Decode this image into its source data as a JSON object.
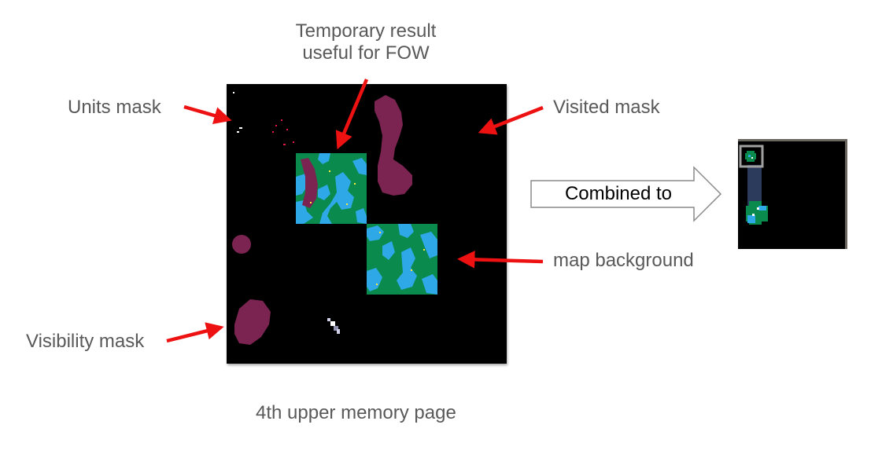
{
  "labels": {
    "temporary_line1": "Temporary result",
    "temporary_line2": "useful for FOW",
    "units_mask": "Units mask",
    "visited_mask": "Visited mask",
    "map_background": "map background",
    "visibility_mask": "Visibility mask",
    "combined_to": "Combined to",
    "page_caption": "4th upper memory page"
  },
  "colors": {
    "arrow": "#ee1111",
    "mask_purple": "#7b2451",
    "map_green": "#0a8a4c",
    "map_blue": "#2fa8e8",
    "label_gray": "#595959",
    "panel_black": "#000000"
  }
}
